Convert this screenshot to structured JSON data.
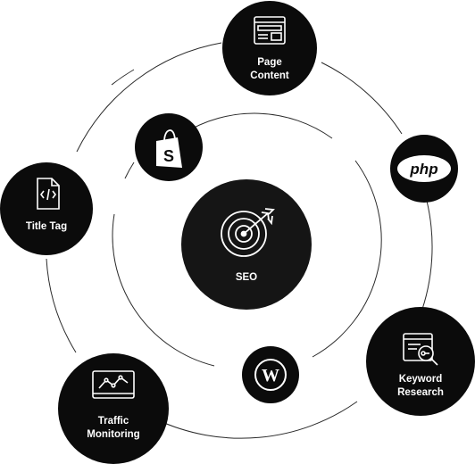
{
  "center": {
    "label": "SEO",
    "icon": "target-icon"
  },
  "nodes": [
    {
      "id": "page-content",
      "lines": [
        "Page",
        "Content"
      ],
      "icon": "webpage-layout-icon"
    },
    {
      "id": "title-tag",
      "lines": [
        "Title Tag"
      ],
      "icon": "code-file-icon"
    },
    {
      "id": "keyword-research",
      "lines": [
        "Keyword",
        "Research"
      ],
      "icon": "search-key-icon"
    },
    {
      "id": "traffic-monitoring",
      "lines": [
        "Traffic",
        "Monitoring"
      ],
      "icon": "line-chart-monitor-icon"
    }
  ],
  "logos": [
    {
      "id": "shopify",
      "icon": "shopify-icon",
      "text": "S"
    },
    {
      "id": "php",
      "icon": "php-icon",
      "text": "php"
    },
    {
      "id": "wordpress",
      "icon": "wordpress-icon",
      "text": "W"
    }
  ],
  "colors": {
    "node_fill": "#0b0b0b",
    "center_fill": "#151515",
    "line": "#1f1f1f",
    "background": "#ffffff"
  }
}
